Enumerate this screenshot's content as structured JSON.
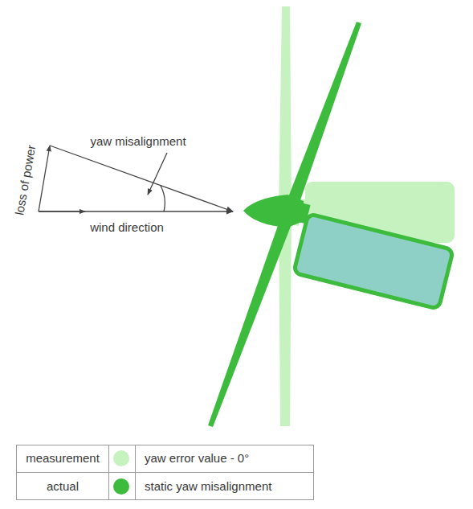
{
  "diagram": {
    "labels": [
      "yaw misalignment",
      "wind direction",
      "loss of power",
      "yaw error value - 0°",
      "static yaw misalignment"
    ],
    "legend": [
      {
        "text": "measurement",
        "color": "#c6f2c0"
      },
      {
        "text": "actual",
        "color": "#3dbb3d"
      }
    ]
  }
}
